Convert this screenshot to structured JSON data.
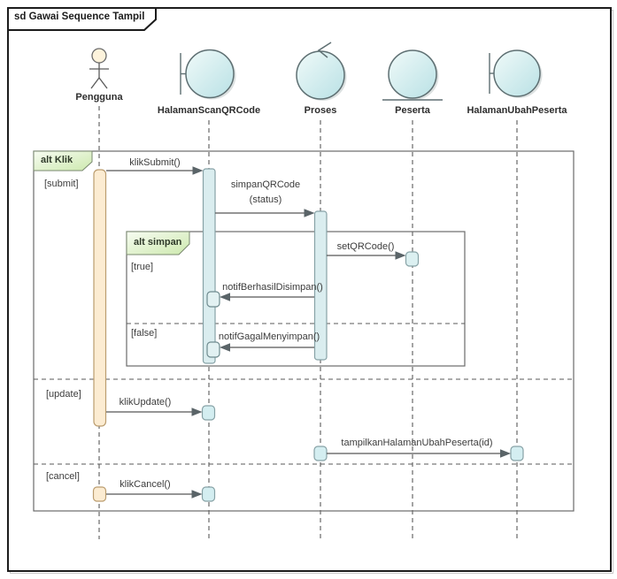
{
  "diagram": {
    "title": "sd Gawai Sequence Tampil",
    "type": "uml-sequence-diagram"
  },
  "lifelines": [
    {
      "name": "Pengguna",
      "stereotype": "actor"
    },
    {
      "name": "HalamanScanQRCode",
      "stereotype": "boundary"
    },
    {
      "name": "Proses",
      "stereotype": "control"
    },
    {
      "name": "Peserta",
      "stereotype": "entity"
    },
    {
      "name": "HalamanUbahPeserta",
      "stereotype": "boundary"
    }
  ],
  "fragments": {
    "outer": {
      "label": "alt Klik",
      "guards": {
        "submit": "[submit]",
        "update": "[update]",
        "cancel": "[cancel]"
      }
    },
    "inner": {
      "label": "alt simpan",
      "guards": {
        "true": "[true]",
        "false": "[false]"
      }
    }
  },
  "messages": {
    "klik_submit": "klikSubmit()",
    "simpan_qrcode_line1": "simpanQRCode",
    "simpan_qrcode_line2": "(status)",
    "set_qrcode": "setQRCode()",
    "notif_berhasil": "notifBerhasilDisimpan()",
    "notif_gagal": "notifGagalMenyimpan()",
    "klik_update": "klikUpdate()",
    "tampilkan_halaman": "tampilkanHalamanUbahPeserta(id)",
    "klik_cancel": "klikCancel()"
  },
  "colors": {
    "frame_border": "#1c1c1c",
    "object_ball_fill_top": "#f0faf9",
    "object_ball_fill_bottom": "#b9e1e5",
    "object_ball_stroke": "#5e6f72",
    "actor_head_fill": "#fdf3dc",
    "fragment_label_fill_top": "#f7fcf2",
    "fragment_label_fill_bottom": "#cde9ae",
    "activation_user_fill": "#fcecd2",
    "activation_user_stroke": "#bb9d6f",
    "activation_object_fill": "#daedef",
    "activation_object_stroke": "#87a2a6",
    "message_line": "#565656"
  }
}
